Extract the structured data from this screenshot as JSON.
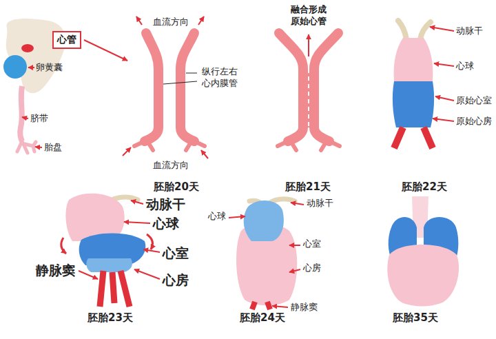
{
  "diagram": {
    "nodes": [
      {
        "text": [
          "心管"
        ]
      }
    ],
    "labels": [
      "卵黄囊",
      "脐带",
      "胎盘",
      "血流方向",
      "纵行左右 心内膜管",
      "血流方向",
      "胚胎20天",
      "融合形成 原始心管",
      "胚胎21天",
      "动脉干",
      "心球",
      "原始心室",
      "原始心房",
      "胚胎22天",
      "动脉干",
      "心球",
      "心室",
      "静脉窦",
      "心房",
      "胚胎23天",
      "心球",
      "动脉干",
      "心室",
      "心房",
      "静脉窦",
      "胚胎24天",
      "胚胎35天"
    ]
  }
}
